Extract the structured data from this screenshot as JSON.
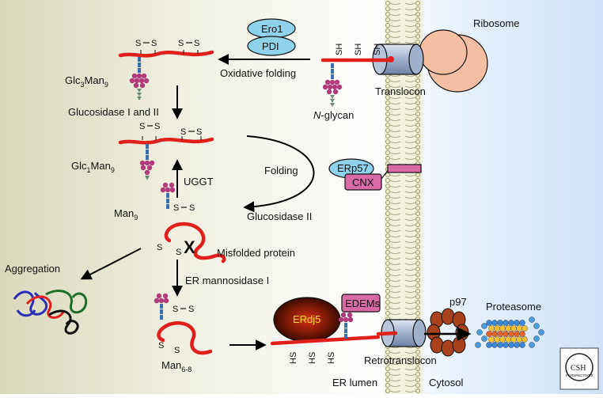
{
  "labels": {
    "ribosome": "Ribosome",
    "ero1": "Ero1",
    "pdi": "PDI",
    "oxidative_folding": "Oxidative folding",
    "translocon": "Translocon",
    "n_glycan_italic": "N",
    "n_glycan_rest": "-glycan",
    "glc3man9_base": "Glc",
    "glc3man9_sub1": "3",
    "glc3man9_mid": "Man",
    "glc3man9_sub2": "9",
    "glucosidase_1_2": "Glucosidase I and II",
    "glc1man9_base": "Glc",
    "glc1man9_sub1": "1",
    "glc1man9_mid": "Man",
    "glc1man9_sub2": "9",
    "uggt": "UGGT",
    "folding": "Folding",
    "glucosidase_2": "Glucosidase II",
    "erp57": "ERp57",
    "cnx": "CNX",
    "man9_base": "Man",
    "man9_sub": "9",
    "misfolded": "Misfolded protein",
    "aggregation": "Aggregation",
    "er_mannosidase": "ER mannosidase I",
    "man68_base": "Man",
    "man68_sub": "6-8",
    "erdj5": "ERdj5",
    "edems": "EDEMs",
    "p97": "p97",
    "proteasome": "Proteasome",
    "retrotranslocon": "Retrotranslocon",
    "er_lumen": "ER lumen",
    "cytosol": "Cytosol",
    "ss": "S",
    "sh": "SH",
    "hs": "HS",
    "x_mark": "X",
    "logo_top": "CSH",
    "logo_bottom": "PERSPECTIVES"
  },
  "colors": {
    "chain": "#e0201c",
    "ero1_pdi": "#8fd3ea",
    "cnx": "#d96aa6",
    "edems": "#d96aa6",
    "ribosome": "#f6bfa3",
    "translocon": "#b7c3d8",
    "p97": "#a8401a",
    "erdj5": "#cf2a10"
  }
}
